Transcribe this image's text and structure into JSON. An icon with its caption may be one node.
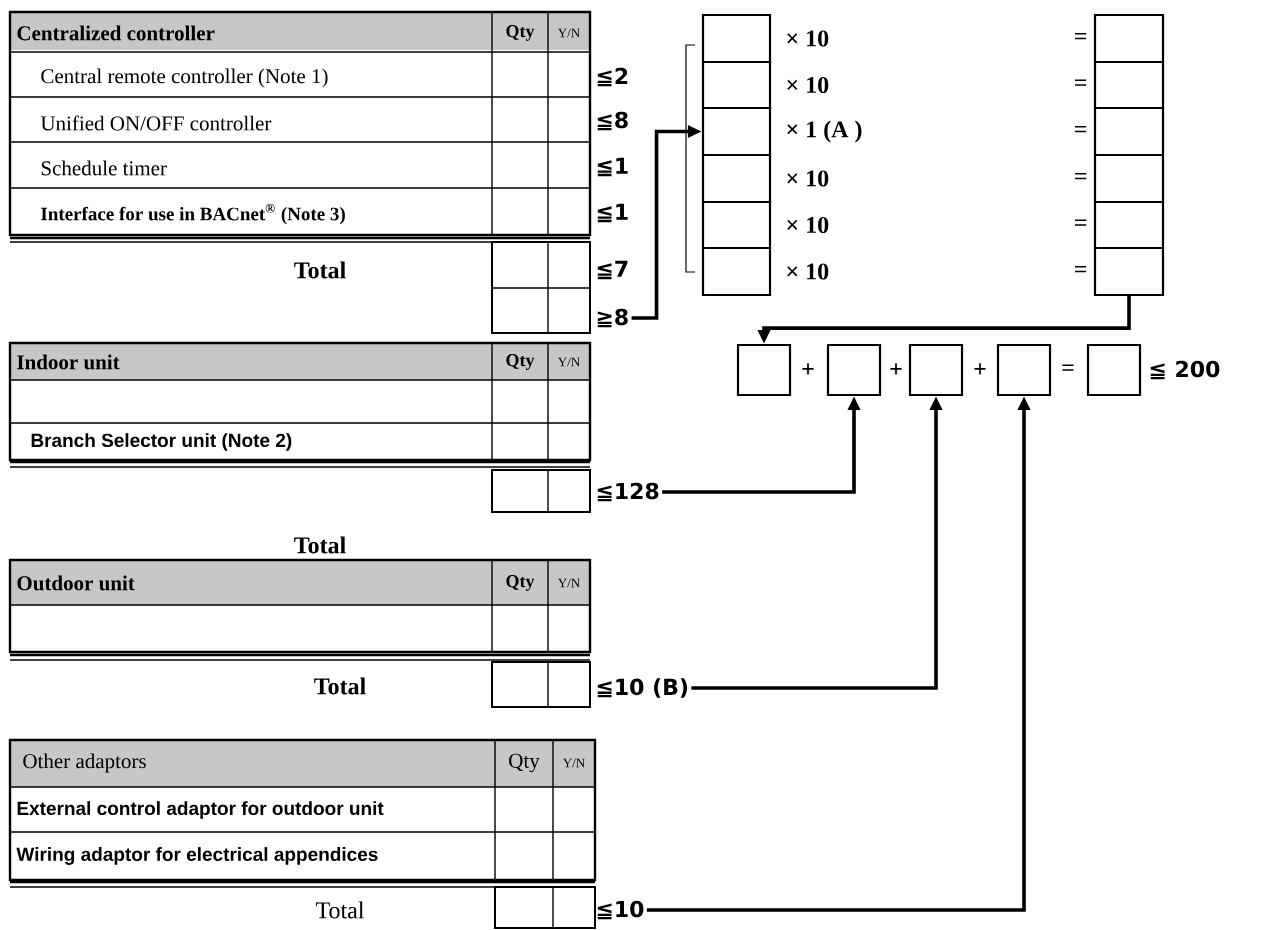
{
  "diagram": {
    "nodes": [
      {
        "text": [],
        "shape": "box",
        "beside": [
          "× 10"
        ]
      },
      {
        "text": [],
        "shape": "box",
        "beside": [
          "× 10"
        ]
      },
      {
        "text": [],
        "shape": "box",
        "beside": [
          "× 1 (A )"
        ]
      },
      {
        "text": [],
        "shape": "box",
        "beside": [
          "× 10"
        ]
      },
      {
        "text": [],
        "shape": "box",
        "beside": [
          "× 10"
        ]
      },
      {
        "text": [],
        "shape": "box",
        "beside": [
          "× 10"
        ]
      },
      {
        "text": [],
        "shape": "box",
        "beside": [
          "="
        ]
      },
      {
        "text": [],
        "shape": "box",
        "beside": [
          "="
        ]
      },
      {
        "text": [],
        "shape": "box",
        "beside": [
          "="
        ]
      },
      {
        "text": [],
        "shape": "box",
        "beside": [
          "="
        ]
      },
      {
        "text": [],
        "shape": "box",
        "beside": [
          "="
        ]
      },
      {
        "text": [],
        "shape": "box",
        "beside": [
          "="
        ]
      },
      {
        "text": [
          "≧8"
        ]
      },
      {
        "text": [],
        "shape": "box"
      },
      {
        "text": [],
        "shape": "box"
      },
      {
        "text": [],
        "shape": "box"
      },
      {
        "text": [],
        "shape": "box"
      },
      {
        "text": [],
        "shape": "box"
      },
      {
        "text": [
          "≦128"
        ]
      },
      {
        "text": [
          "≦10 (B)"
        ]
      },
      {
        "text": [
          "≦10"
        ]
      }
    ],
    "edges": [
      {
        "from": 12,
        "to": 2,
        "arrow": "to"
      },
      {
        "from": 11,
        "to": 13,
        "arrow": "to"
      },
      {
        "from": 18,
        "to": 14,
        "arrow": "to"
      },
      {
        "from": 19,
        "to": 15,
        "arrow": "to"
      },
      {
        "from": 20,
        "to": 16,
        "arrow": "to"
      }
    ],
    "labels": [
      "Centralized controller",
      "Qty",
      "Y/N",
      "Central remote controller (Note 1)",
      "≦2",
      "Unified ON/OFF controller",
      "≦8",
      "Schedule timer",
      "≦1",
      "Interface for use in BACnet$^{®}$ (Note 3)",
      "≦1",
      "Total",
      "≦7",
      "Indoor unit",
      "Qty",
      "Y/N",
      "Branch Selector unit (Note 2)",
      "Total",
      "Outdoor unit",
      "Qty",
      "Y/N",
      "Total",
      "Other adaptors",
      "Qty",
      "Y/N",
      "External control adaptor for outdoor unit",
      "Wiring adaptor for electrical appendices",
      "Total",
      "+",
      "+",
      "+",
      "=",
      "≦ 200"
    ]
  }
}
